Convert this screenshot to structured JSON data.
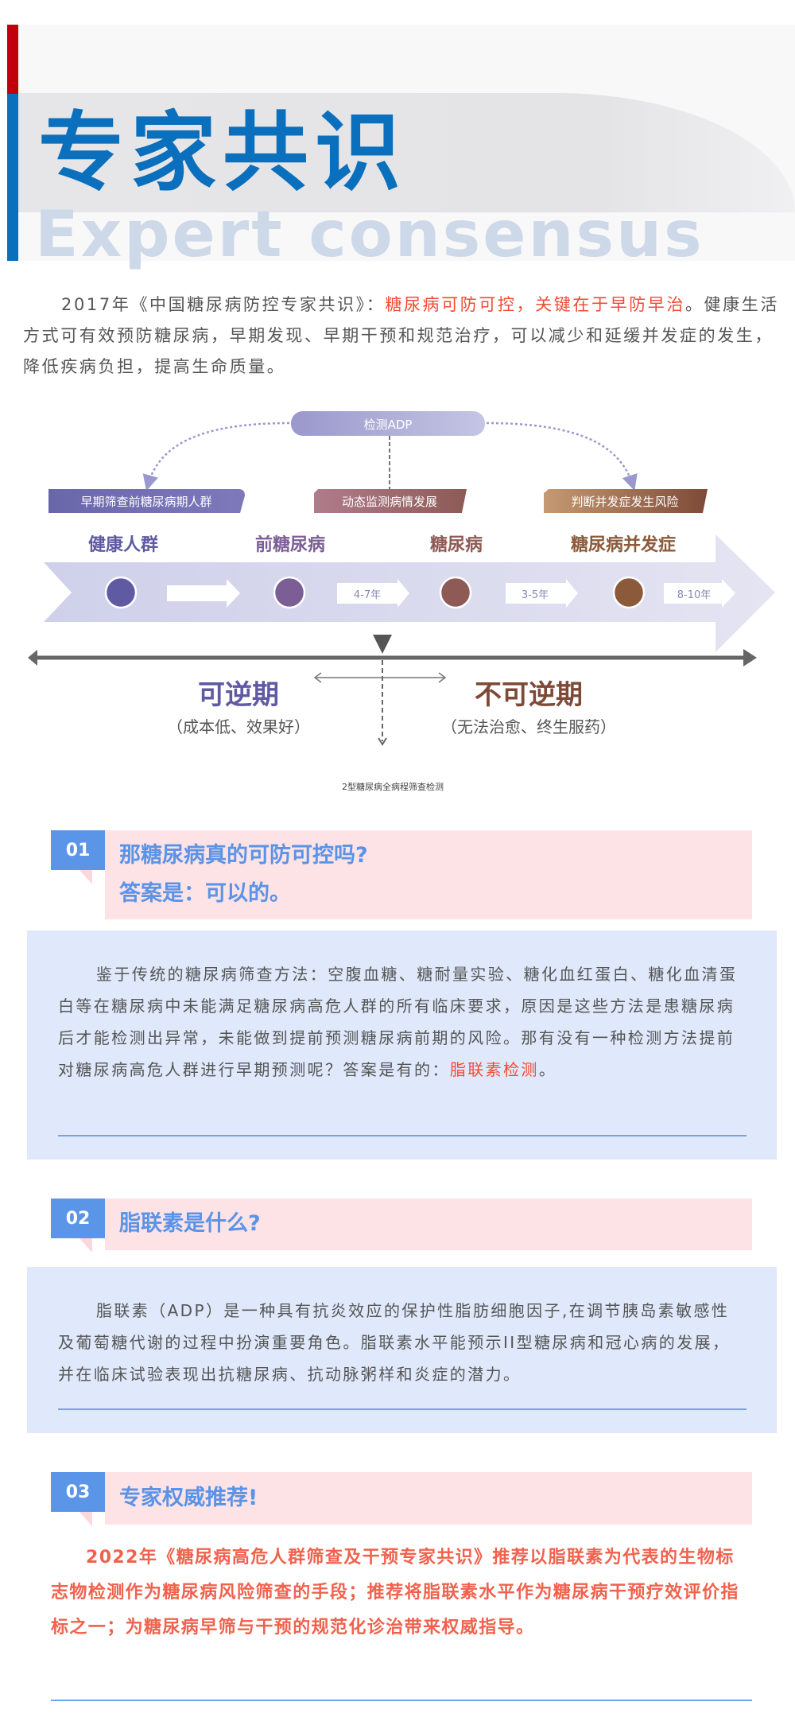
{
  "header": {
    "title_cn": "专家共识",
    "title_en": "Expert consensus"
  },
  "intro": {
    "lead": "2017年《中国糖尿病防控专家共识》：",
    "highlight": "糖尿病可防可控，关键在于早防早治",
    "rest": "。健康生活方式可有效预防糖尿病，早期发现、早期干预和规范治疗，可以减少和延缓并发症的发生，降低疾病负担，提高生命质量。"
  },
  "diagram": {
    "top_pill": "检测ADP",
    "labels": [
      "早期筛查前糖尿病期人群",
      "动态监测病情发展",
      "判断并发症发生风险"
    ],
    "stages": [
      "健康人群",
      "前糖尿病",
      "糖尿病",
      "糖尿病并发症"
    ],
    "intervals": [
      "4-7年",
      "3-5年",
      "8-10年"
    ],
    "reversible": "可逆期",
    "reversible_note": "（成本低、效果好）",
    "irreversible": "不可逆期",
    "irreversible_note": "（无法治愈、终生服药）",
    "caption": "2型糖尿病全病程筛查检测",
    "colors": {
      "stage1": "#5f5aa2",
      "stage2": "#7c5e96",
      "stage3": "#8e5a56",
      "stage4": "#8a5a3a"
    }
  },
  "sections": [
    {
      "number": "01",
      "title_lines": [
        "那糖尿病真的可防可控吗?",
        "答案是：可以的。"
      ],
      "body": "鉴于传统的糖尿病筛查方法：空腹血糖、糖耐量实验、糖化血红蛋白、糖化血清蛋白等在糖尿病中未能满足糖尿病高危人群的所有临床要求，原因是这些方法是患糖尿病后才能检测出异常，未能做到提前预测糖尿病前期的风险。那有没有一种检测方法提前对糖尿病高危人群进行早期预测呢？答案是有的：",
      "highlight": "脂联素检测",
      "tail": "。"
    },
    {
      "number": "02",
      "title_lines": [
        "脂联素是什么?"
      ],
      "body": "脂联素（ADP）是一种具有抗炎效应的保护性脂肪细胞因子,在调节胰岛素敏感性及葡萄糖代谢的过程中扮演重要角色。脂联素水平能预示II型糖尿病和冠心病的发展，并在临床试验表现出抗糖尿病、抗动脉粥样和炎症的潜力。"
    },
    {
      "number": "03",
      "title_lines": [
        "专家权威推荐!"
      ],
      "body": "2022年《糖尿病高危人群筛查及干预专家共识》推荐以脂联素为代表的生物标志物检测作为糖尿病风险筛查的手段；推荐将脂联素水平作为糖尿病干预疗效评价指标之一；为糖尿病早筛与干预的规范化诊治带来权威指导。"
    }
  ],
  "colors": {
    "brand_blue": "#0a6fbc",
    "accent_red": "#f24b33",
    "section_blue": "#5b95e8",
    "pink": "#fde3e6",
    "card_blue": "#dfe9fb"
  }
}
